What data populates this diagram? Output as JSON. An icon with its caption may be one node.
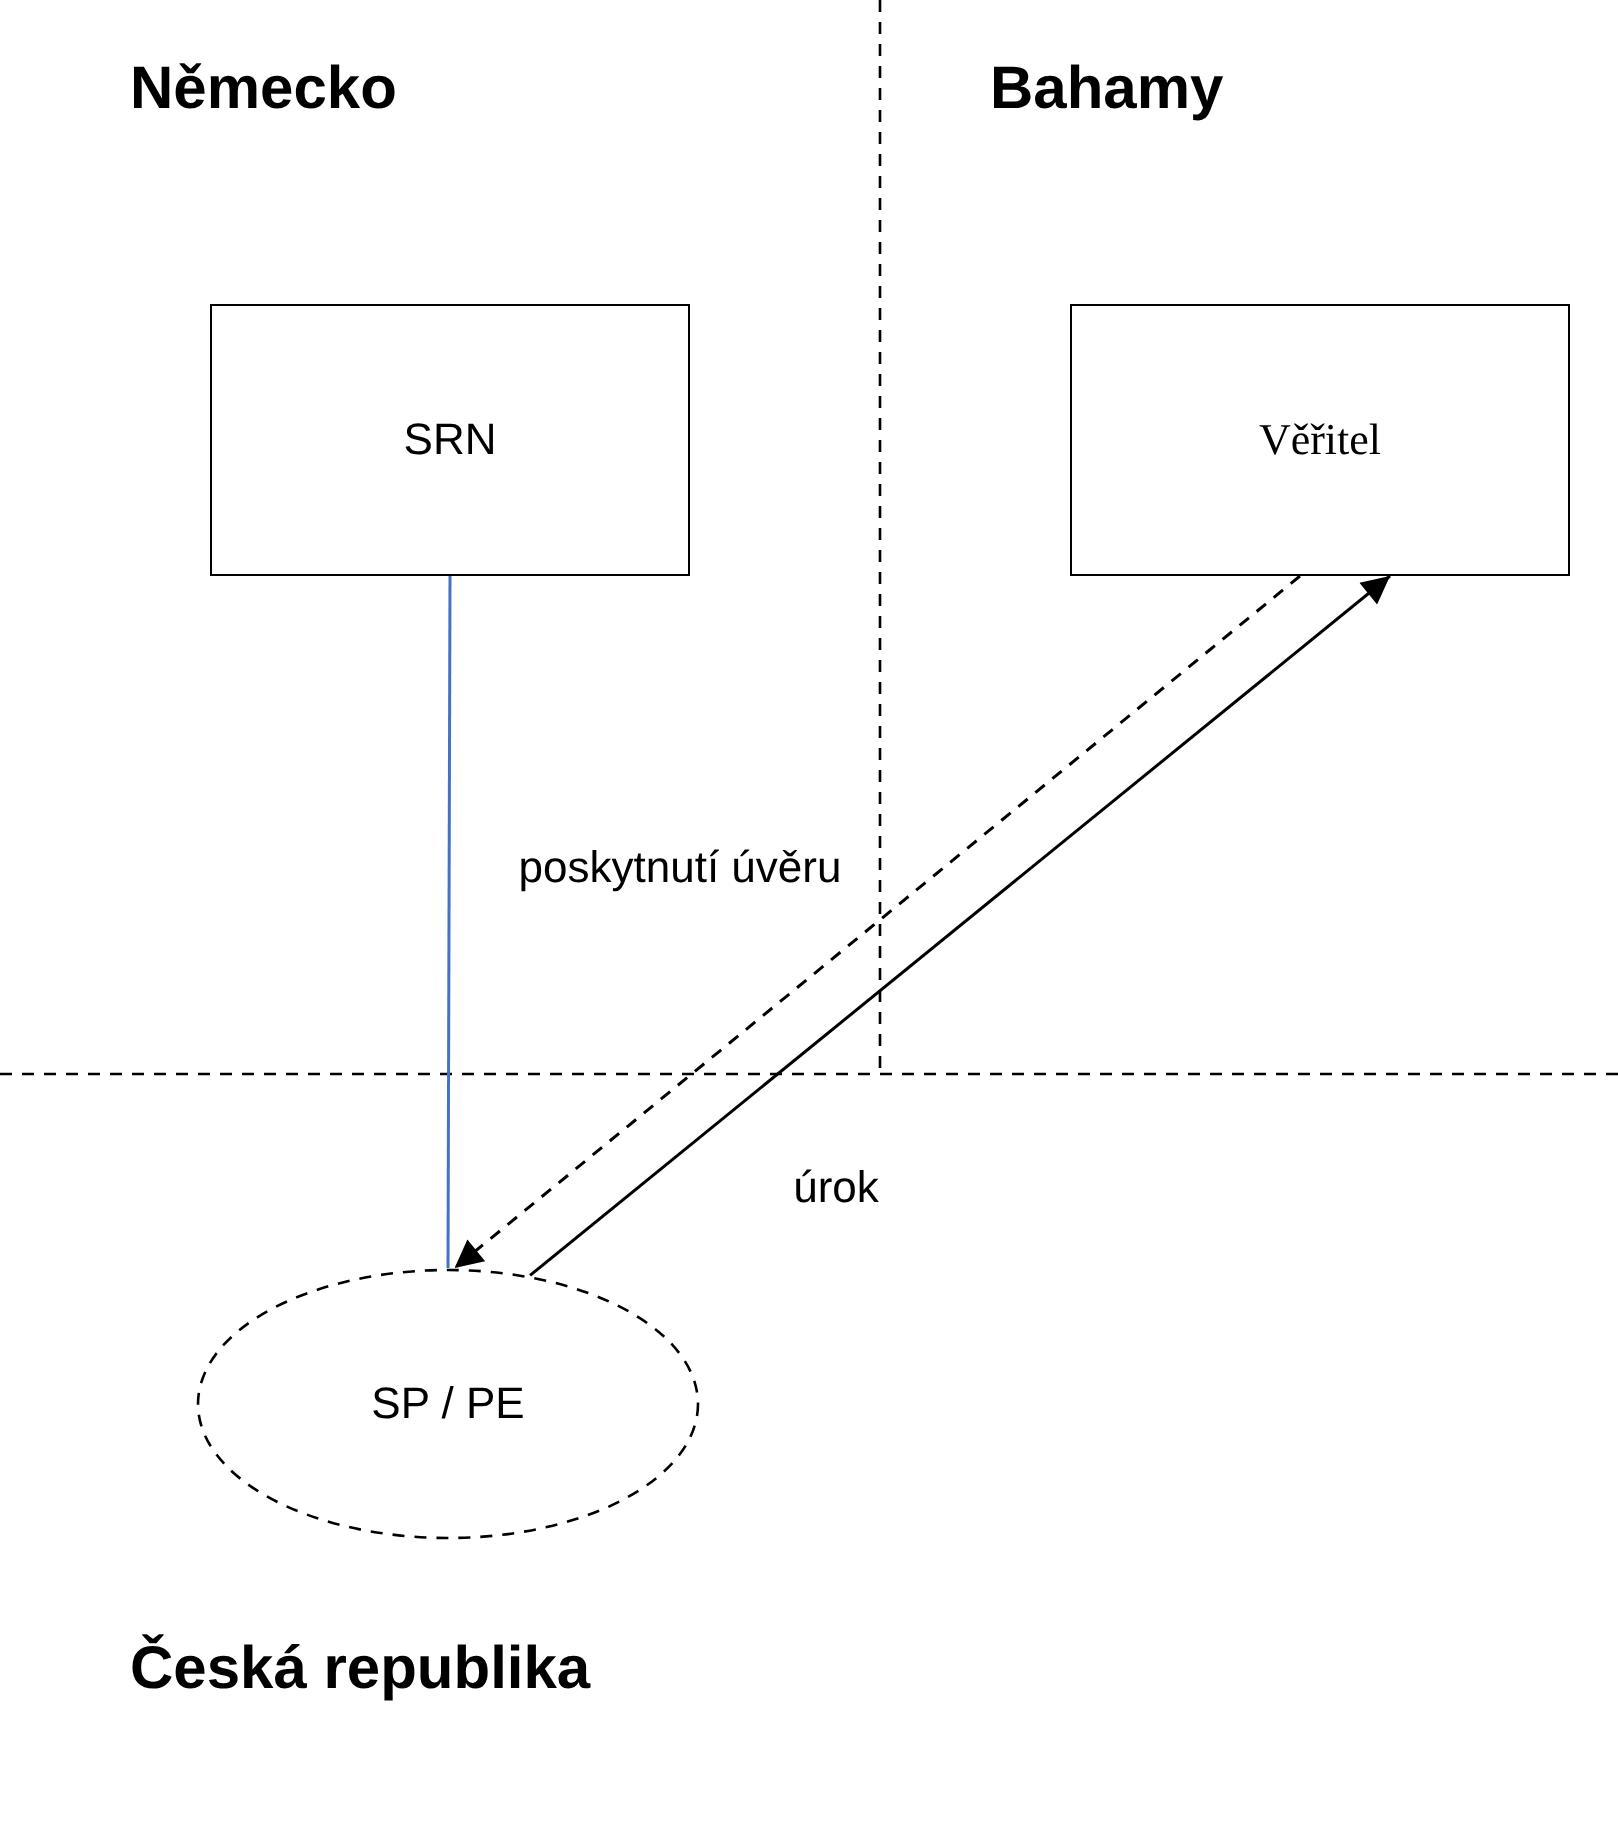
{
  "diagram": {
    "nodes": [
      {
        "text": [
          "SRN"
        ]
      },
      {
        "text": [
          "Věřitel"
        ]
      },
      {
        "text": [
          "SP / PE"
        ]
      }
    ],
    "edges": [
      {
        "from": 0,
        "to": 2,
        "arrow": "none",
        "color": "#4472c4"
      },
      {
        "from": 1,
        "to": 2,
        "arrow": "to",
        "style": "dashed",
        "label": "poskytnutí úvěru"
      },
      {
        "from": 2,
        "to": 1,
        "arrow": "to",
        "label": "úrok"
      }
    ],
    "labels": [
      "Německo",
      "Bahamy",
      "Česká republika"
    ]
  }
}
